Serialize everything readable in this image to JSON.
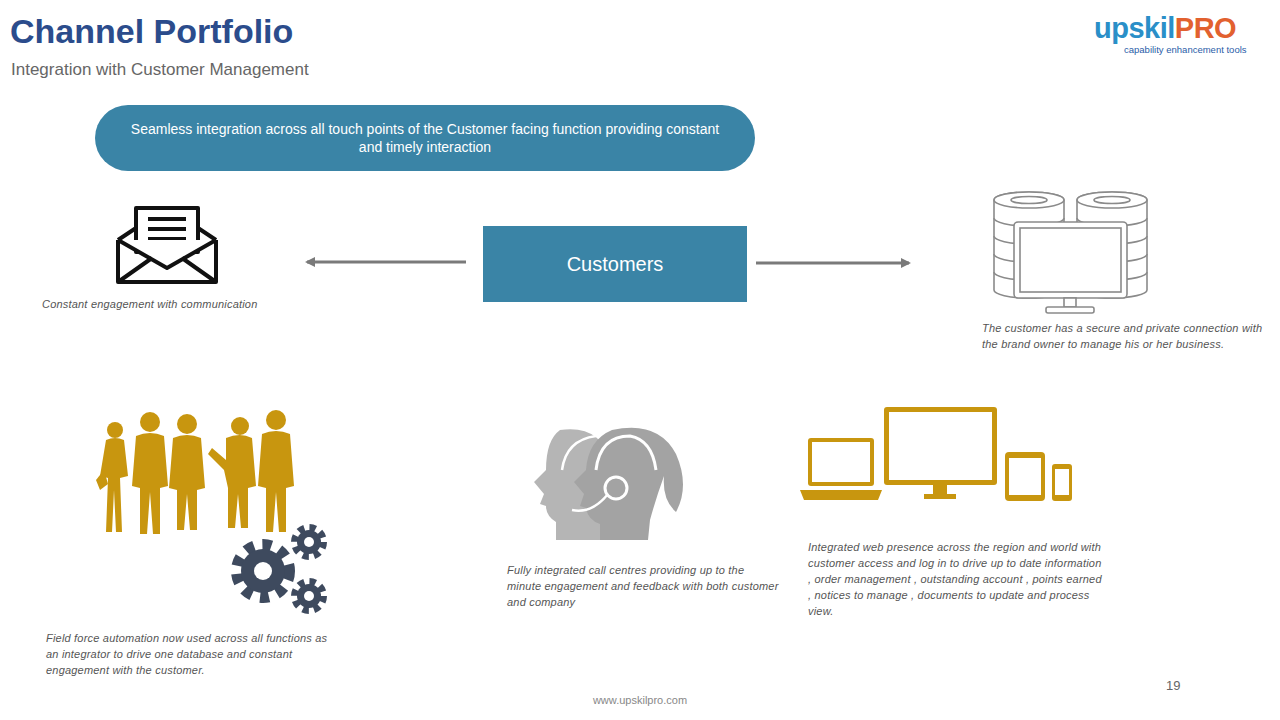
{
  "diagram": {
    "title": "Channel Portfolio",
    "nodes": [
      {
        "text": [
          "Seamless integration across all touch points of the Customer facing function providing constant and timely interaction"
        ]
      },
      {
        "text": [
          "Customers"
        ]
      }
    ],
    "labels": [
      "Integration with Customer Management",
      "upskil",
      "PRO",
      "capability enhancement tools",
      "Constant engagement with communication",
      "The customer has a secure and private connection with the brand owner to manage his or her business.",
      "Field force automation now used across all functions as an integrator to drive one database and constant engagement with the customer.",
      "Fully integrated call centres providing up to the minute engagement and feedback with both customer and company",
      "Integrated web presence across the region and world with customer access and log in to drive up to date information , order management , outstanding account , points earned , notices to manage , documents to update and process view.",
      "19",
      "www.upskilpro.com"
    ]
  }
}
